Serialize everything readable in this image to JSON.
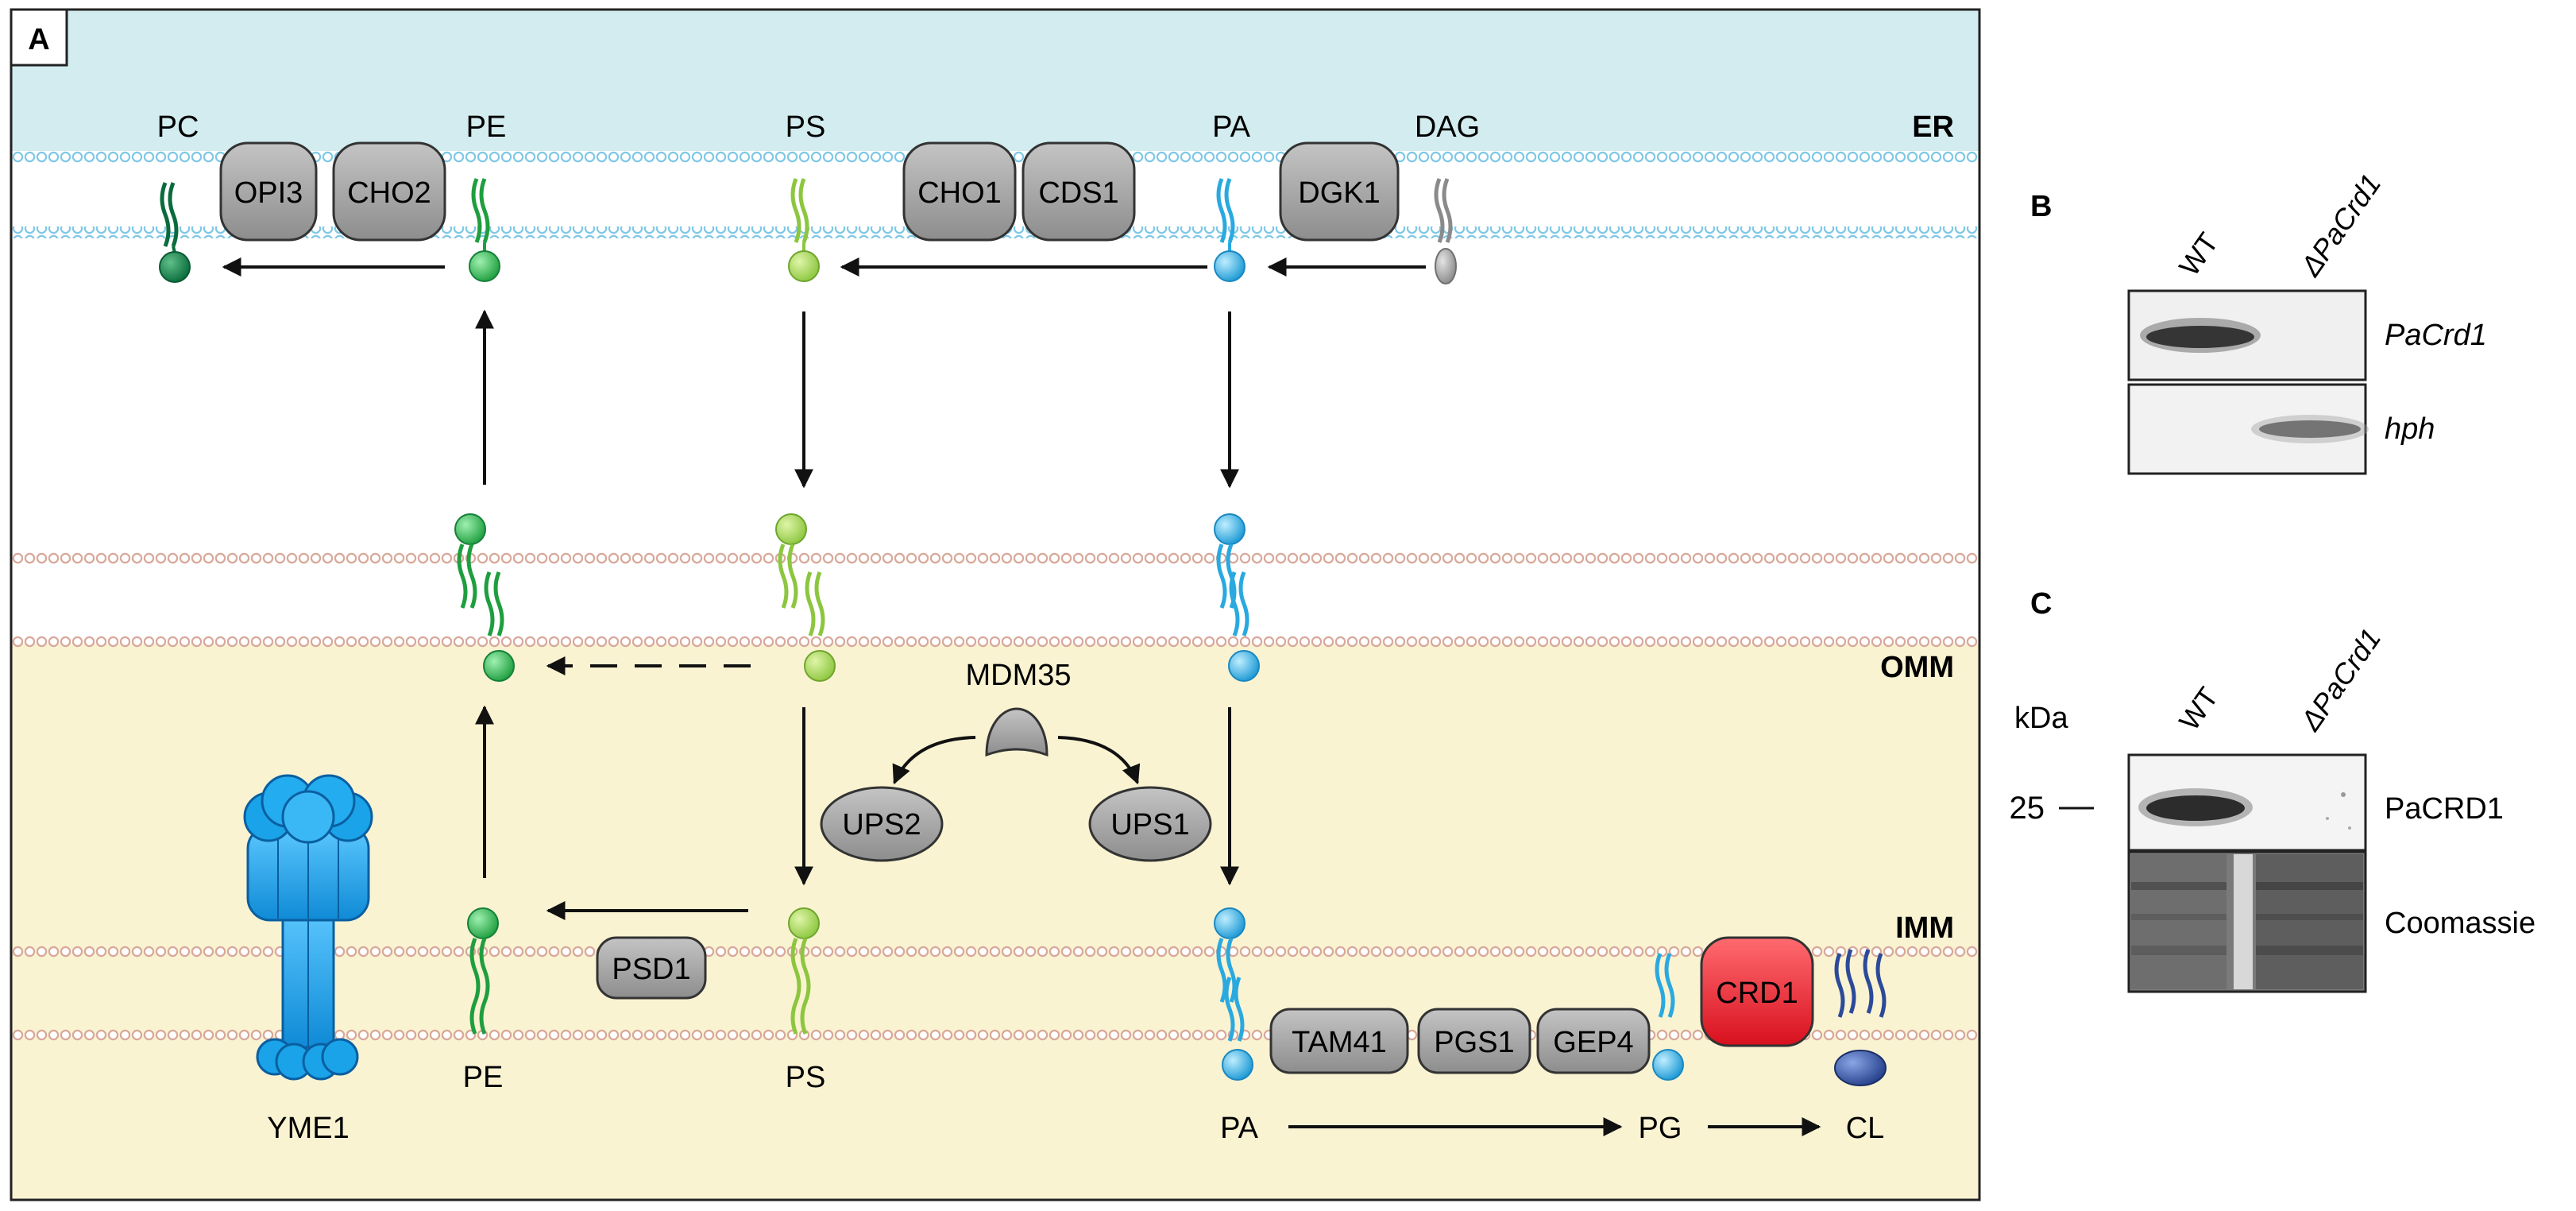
{
  "colors": {
    "er_bg": "#d2ecef",
    "matrix_bg": "#faf3d2",
    "er_bead": "#7fc8e6",
    "mito_bead": "#d8a89a",
    "pe_green": "#1e9e3e",
    "pc_green": "#0a6b3c",
    "ps_green": "#8cc63f",
    "pa_blue": "#29a9e0",
    "cl_blue": "#2b4a9a",
    "dag_grey": "#9a9a9a",
    "enzyme_grey": "#9b9b9b",
    "crd1_red": "#e8192c",
    "yme1_blue": "#1aa3e8"
  },
  "panelA": {
    "label": "A",
    "compartments": {
      "er": "ER",
      "omm": "OMM",
      "imm": "IMM"
    },
    "lipids": {
      "er_pc": "PC",
      "er_pe": "PE",
      "er_ps": "PS",
      "er_pa": "PA",
      "er_dag": "DAG",
      "imm_pe": "PE",
      "imm_ps": "PS",
      "imm_pa": "PA",
      "imm_pg": "PG",
      "imm_cl": "CL"
    },
    "enzymes": {
      "opi3": "OPI3",
      "cho2": "CHO2",
      "cho1": "CHO1",
      "cds1": "CDS1",
      "dgk1": "DGK1",
      "mdm35": "MDM35",
      "ups2": "UPS2",
      "ups1": "UPS1",
      "psd1": "PSD1",
      "tam41": "TAM41",
      "pgs1": "PGS1",
      "gep4": "GEP4",
      "crd1": "CRD1",
      "yme1": "YME1"
    }
  },
  "panelB": {
    "label": "B",
    "lanes": [
      "WT",
      "ΔPaCrd1"
    ],
    "rows": [
      "PaCrd1",
      "hph"
    ]
  },
  "panelC": {
    "label": "C",
    "unit": "kDa",
    "marker": "25",
    "lanes": [
      "WT",
      "ΔPaCrd1"
    ],
    "rows": [
      "PaCRD1",
      "Coomassie"
    ]
  }
}
